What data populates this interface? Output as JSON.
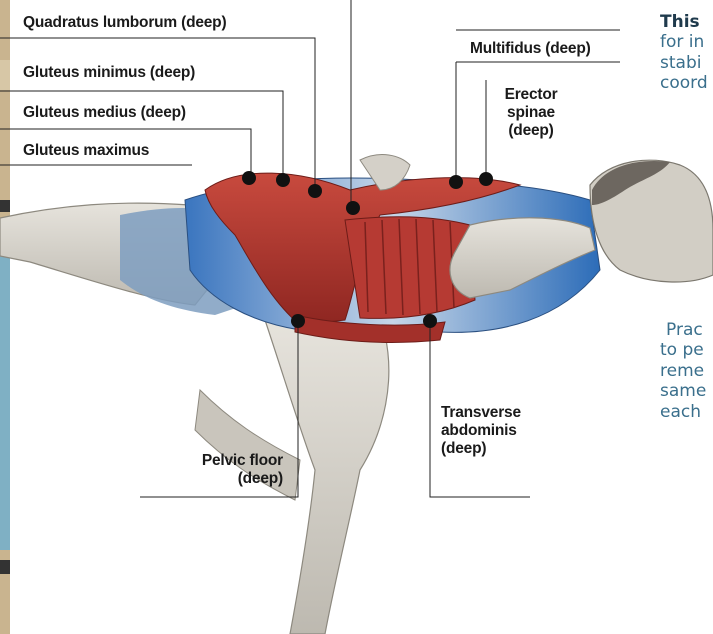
{
  "labels": {
    "quadratus": "Quadratus lumborum (deep)",
    "minimus": "Gluteus minimus (deep)",
    "medius": "Gluteus medius (deep)",
    "maximus": "Gluteus maximus",
    "multifidus": "Multifidus (deep)",
    "erector_1": "Erector",
    "erector_2": "spinae",
    "erector_3": "(deep)",
    "pelvic_1": "Pelvic floor",
    "pelvic_2": "(deep)",
    "transverse_1": "Transverse",
    "transverse_2": "abdominis",
    "transverse_3": "(deep)"
  },
  "side_text": {
    "line1_bold": "This",
    "line2": "for in",
    "line3": "stabi",
    "line4": "coord",
    "line5": "Prac",
    "line6": "to pe",
    "line7": "reme",
    "line8": "same",
    "line9": "each"
  },
  "colors": {
    "muscle_red": "#b8312c",
    "muscle_blue": "#2e6fb8",
    "skin_grey": "#d9d6ce",
    "text_blue": "#3a6f8c",
    "marker": "#111111"
  }
}
